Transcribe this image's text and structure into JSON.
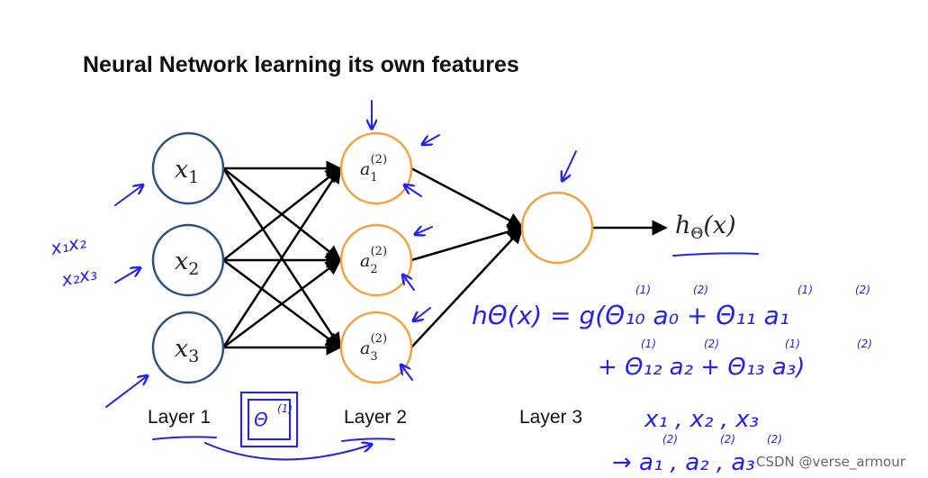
{
  "title": "Neural Network learning its own features",
  "layers": [
    {
      "label": "Layer 1"
    },
    {
      "label": "Layer 2"
    },
    {
      "label": "Layer 3"
    }
  ],
  "inputs": [
    {
      "base": "x",
      "sub": "1"
    },
    {
      "base": "x",
      "sub": "2"
    },
    {
      "base": "x",
      "sub": "3"
    }
  ],
  "hidden": [
    {
      "base": "a",
      "sub": "1",
      "sup": "(2)"
    },
    {
      "base": "a",
      "sub": "2",
      "sup": "(2)"
    },
    {
      "base": "a",
      "sub": "3",
      "sup": "(2)"
    }
  ],
  "output_label": {
    "base": "h",
    "sub": "Θ",
    "arg": "(x)"
  },
  "colors": {
    "input_node": "#2f4f7f",
    "hidden_node": "#f4a040",
    "ink": "#2222ee",
    "edge": "#000000"
  },
  "annotations": {
    "left_features": [
      "x₁x₂",
      "x₂x₃"
    ],
    "eq_line1": "hΘ(x) = g(Θ₁₀ a₀ + Θ₁₁ a₁",
    "eq_line1_sups": [
      "(1)",
      "(2)",
      "(1)",
      "(2)"
    ],
    "eq_line2": "+ Θ₁₂ a₂ + Θ₁₃ a₃)",
    "eq_line2_sups": [
      "(1)",
      "(2)",
      "(1)",
      "(2)"
    ],
    "boxed_theta": "Θ",
    "boxed_theta_sup": "(1)",
    "x_list": "x₁ , x₂ , x₃",
    "a_list": "→ a₁ , a₂ , a₃",
    "a_list_sups": [
      "(2)",
      "(2)",
      "(2)"
    ]
  },
  "watermark": "CSDN @verse_armour"
}
